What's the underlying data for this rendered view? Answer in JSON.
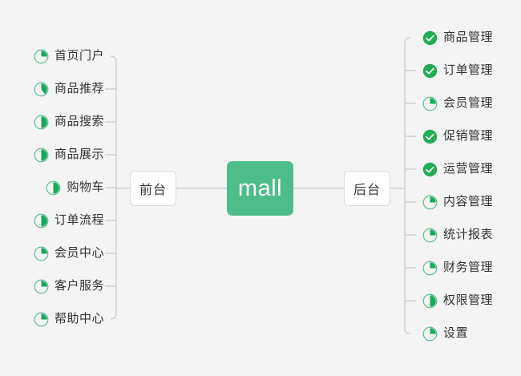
{
  "diagram": {
    "type": "mind-map",
    "background_color": "#f4f4f4",
    "accent_color": "#4dbd8b",
    "done_color": "#22ac55",
    "line_color": "#c8c8c8",
    "text_color": "#333333",
    "center": {
      "label": "mall",
      "icon": "center-node"
    },
    "branches": [
      {
        "id": "front",
        "label": "前台"
      },
      {
        "id": "back",
        "label": "后台"
      }
    ],
    "left_items": [
      {
        "label": "首页门户",
        "icon": "pie-progress-icon",
        "progress": 25,
        "status": "in-progress"
      },
      {
        "label": "商品推荐",
        "icon": "pie-progress-icon",
        "progress": 40,
        "status": "in-progress"
      },
      {
        "label": "商品搜索",
        "icon": "pie-progress-icon",
        "progress": 50,
        "status": "in-progress"
      },
      {
        "label": "商品展示",
        "icon": "pie-progress-icon",
        "progress": 50,
        "status": "in-progress"
      },
      {
        "label": "购物车",
        "icon": "pie-progress-icon",
        "progress": 50,
        "status": "in-progress"
      },
      {
        "label": "订单流程",
        "icon": "pie-progress-icon",
        "progress": 50,
        "status": "in-progress"
      },
      {
        "label": "会员中心",
        "icon": "pie-progress-icon",
        "progress": 25,
        "status": "in-progress"
      },
      {
        "label": "客户服务",
        "icon": "pie-progress-icon",
        "progress": 25,
        "status": "in-progress"
      },
      {
        "label": "帮助中心",
        "icon": "pie-progress-icon",
        "progress": 25,
        "status": "in-progress"
      }
    ],
    "right_items": [
      {
        "label": "商品管理",
        "icon": "check-circle-icon",
        "progress": 100,
        "status": "done"
      },
      {
        "label": "订单管理",
        "icon": "check-circle-icon",
        "progress": 100,
        "status": "done"
      },
      {
        "label": "会员管理",
        "icon": "pie-progress-icon",
        "progress": 25,
        "status": "in-progress"
      },
      {
        "label": "促销管理",
        "icon": "check-circle-icon",
        "progress": 100,
        "status": "done"
      },
      {
        "label": "运营管理",
        "icon": "check-circle-icon",
        "progress": 100,
        "status": "done"
      },
      {
        "label": "内容管理",
        "icon": "pie-progress-icon",
        "progress": 25,
        "status": "in-progress"
      },
      {
        "label": "统计报表",
        "icon": "pie-progress-icon",
        "progress": 25,
        "status": "in-progress"
      },
      {
        "label": "财务管理",
        "icon": "pie-progress-icon",
        "progress": 25,
        "status": "in-progress"
      },
      {
        "label": "权限管理",
        "icon": "pie-progress-icon",
        "progress": 50,
        "status": "in-progress"
      },
      {
        "label": "设置",
        "icon": "pie-progress-icon",
        "progress": 25,
        "status": "in-progress"
      }
    ]
  }
}
